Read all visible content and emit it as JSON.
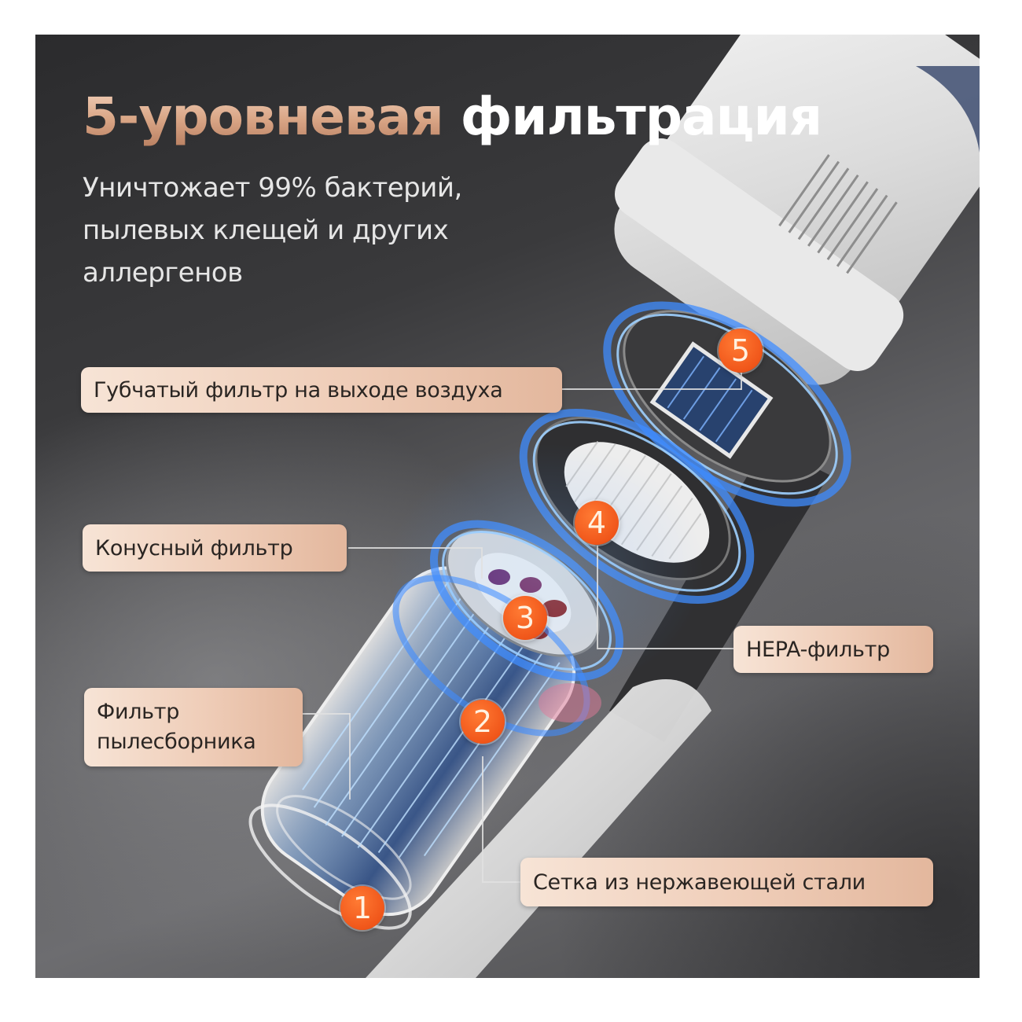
{
  "title": {
    "accent": "5-уровневая",
    "plain": "фильтрация"
  },
  "subtitle": {
    "lines": [
      "Уничтожает 99% бактерий,",
      "пылевых клещей и других",
      "аллергенов"
    ]
  },
  "callouts": [
    {
      "number": "5",
      "label": "Губчатый фильтр на выходе воздуха"
    },
    {
      "number": "4",
      "label": "HEPA-фильтр"
    },
    {
      "number": "3",
      "label": "Конусный фильтр"
    },
    {
      "number": "2",
      "label": "Сетка из нержавеющей стали"
    },
    {
      "number": "1",
      "label_lines": [
        "Фильтр",
        "пылесборника"
      ]
    }
  ],
  "colors": {
    "badge": "#f0561a",
    "label_bg": "#efcdb8",
    "accent_text": "#d9a585",
    "airflow": "#3f8cff"
  }
}
